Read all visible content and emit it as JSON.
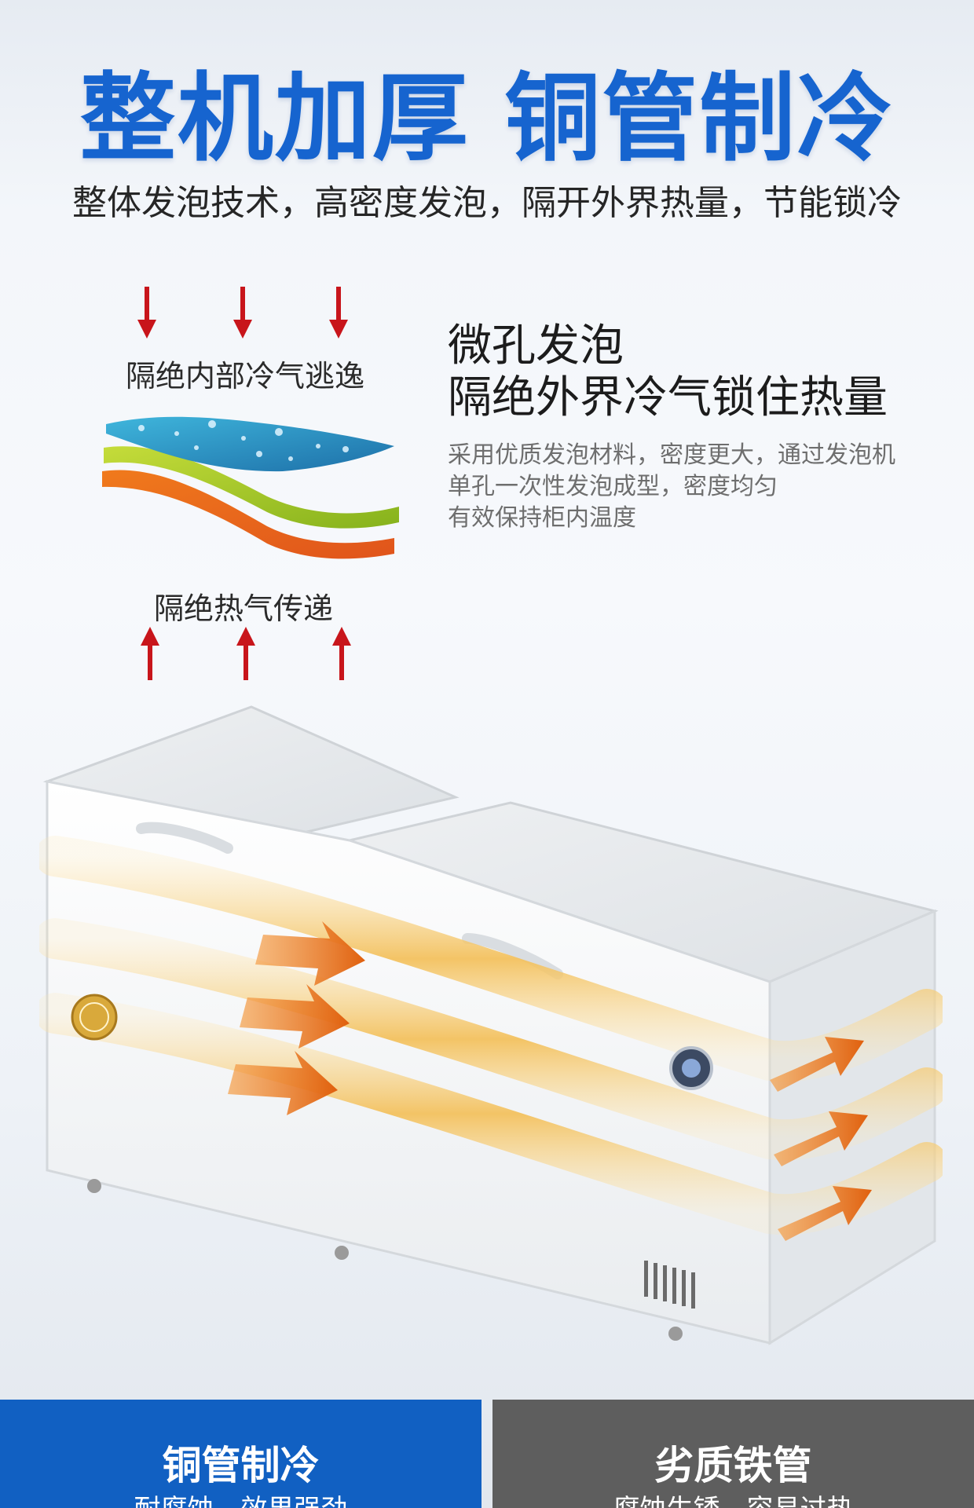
{
  "header": {
    "title": "整机加厚 铜管制冷",
    "subtitle": "整体发泡技术，高密度发泡，隔开外界热量，节能锁冷"
  },
  "insulation": {
    "top_label": "隔绝内部冷气逃逸",
    "bottom_label": "隔绝热气传递"
  },
  "foam": {
    "title_line1": "微孔发泡",
    "title_line2": "隔绝外界冷气锁住热量",
    "desc_line1": "采用优质发泡材料，密度更大，通过发泡机",
    "desc_line2": "单孔一次性发泡成型，密度均匀",
    "desc_line3": "有效保持柜内温度"
  },
  "comparison": {
    "left_title": "铜管制冷",
    "left_sub": "耐腐蚀，效果强劲",
    "right_title": "劣质铁管",
    "right_sub": "腐蚀生锈，容易过热"
  },
  "colors": {
    "headline_blue": "#1664cf",
    "arrow_red": "#c8151b",
    "left_panel": "#1160c2",
    "right_panel": "#5e5e5e"
  },
  "icons": [
    "down-arrow-icon",
    "up-arrow-icon",
    "foam-layers-icon",
    "quality-seal-icon",
    "brand-badge-icon"
  ]
}
